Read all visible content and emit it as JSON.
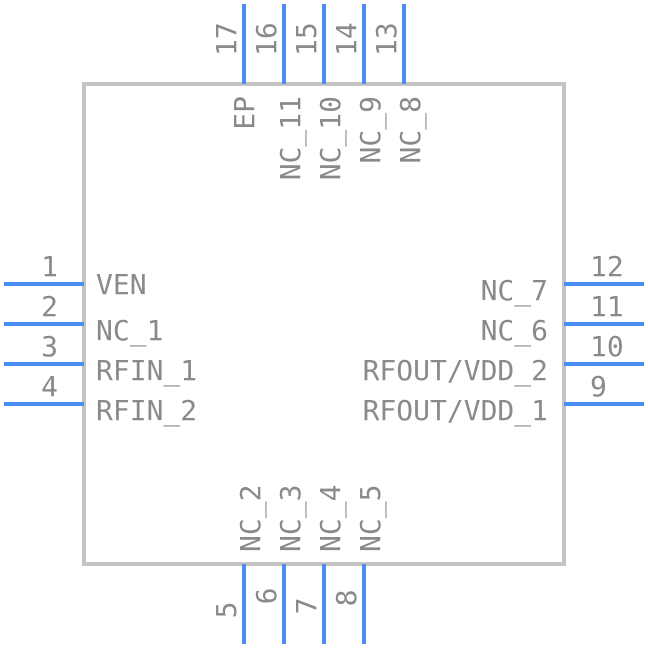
{
  "component": {
    "left_pins": [
      {
        "number": "1",
        "name": "VEN"
      },
      {
        "number": "2",
        "name": "NC_1"
      },
      {
        "number": "3",
        "name": "RFIN_1"
      },
      {
        "number": "4",
        "name": "RFIN_2"
      }
    ],
    "bottom_pins": [
      {
        "number": "5",
        "name": "NC_2"
      },
      {
        "number": "6",
        "name": "NC_3"
      },
      {
        "number": "7",
        "name": "NC_4"
      },
      {
        "number": "8",
        "name": "NC_5"
      }
    ],
    "right_pins": [
      {
        "number": "9",
        "name": "RFOUT/VDD_1"
      },
      {
        "number": "10",
        "name": "RFOUT/VDD_2"
      },
      {
        "number": "11",
        "name": "NC_6"
      },
      {
        "number": "12",
        "name": "NC_7"
      }
    ],
    "top_pins": [
      {
        "number": "13",
        "name": "NC_8"
      },
      {
        "number": "14",
        "name": "NC_9"
      },
      {
        "number": "15",
        "name": "NC_10"
      },
      {
        "number": "16",
        "name": "NC_11"
      },
      {
        "number": "17",
        "name": "EP"
      }
    ],
    "colors": {
      "pin": "#4a8ff0",
      "body_outline": "#c3c3c3",
      "text": "#8a8a8a"
    }
  }
}
